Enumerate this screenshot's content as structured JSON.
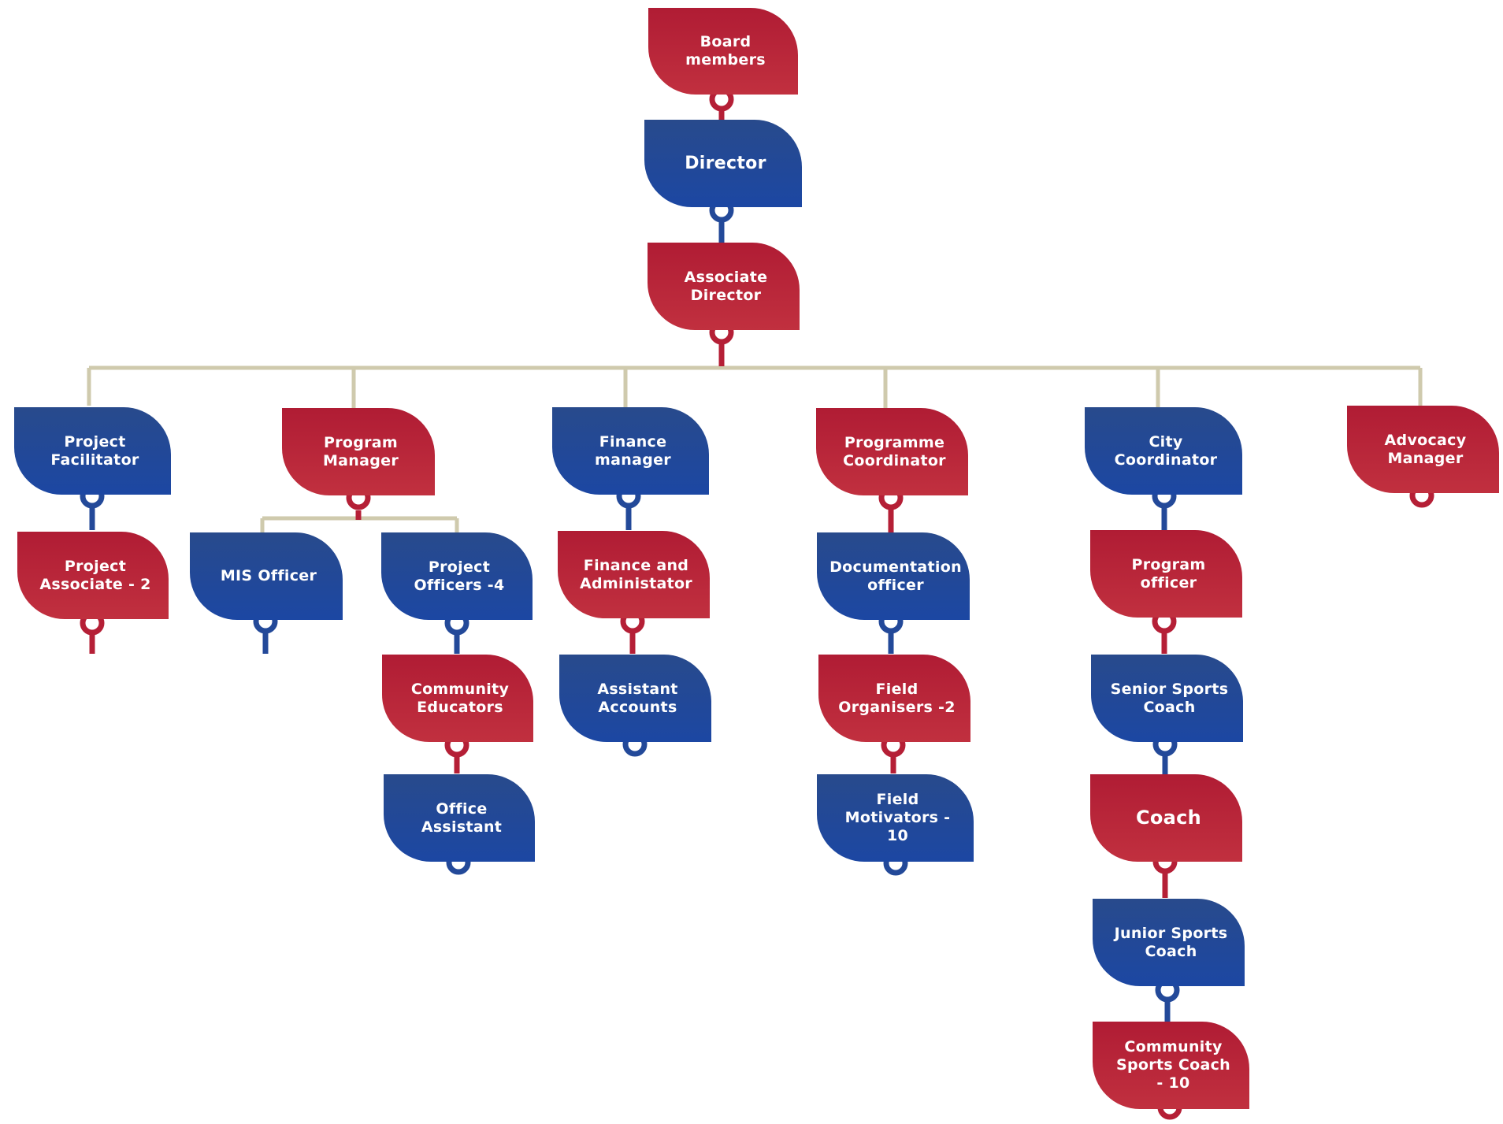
{
  "colors": {
    "red": "#b51f36",
    "blue": "#234999",
    "connector": "#cfcaad"
  },
  "nodes": {
    "board_members": "Board members",
    "director": "Director",
    "associate_director": "Associate\nDirector",
    "project_facilitator": "Project\nFacilitator",
    "project_associate": "Project\nAssociate - 2",
    "program_manager": "Program\nManager",
    "mis_officer": "MIS Officer",
    "project_officers": "Project\nOfficers -4",
    "community_educators": "Community\nEducators",
    "office_assistant": "Office\nAssistant",
    "finance_manager": "Finance\nmanager",
    "finance_administator": "Finance and\nAdministator",
    "assistant_accounts": "Assistant\nAccounts",
    "programme_coordinator": "Programme\nCoordinator",
    "documentation_officer": "Documentation\nofficer",
    "field_organisers": "Field\nOrganisers -2",
    "field_motivators": "Field\nMotivators - 10",
    "city_coordinator": "City\nCoordinator",
    "program_officer": "Program\nofficer",
    "senior_sports_coach": "Senior Sports\nCoach",
    "coach": "Coach",
    "junior_sports_coach": "Junior Sports\nCoach",
    "community_sports_coach": "Community\nSports Coach\n- 10",
    "advocacy_manager": "Advocacy\nManager"
  }
}
